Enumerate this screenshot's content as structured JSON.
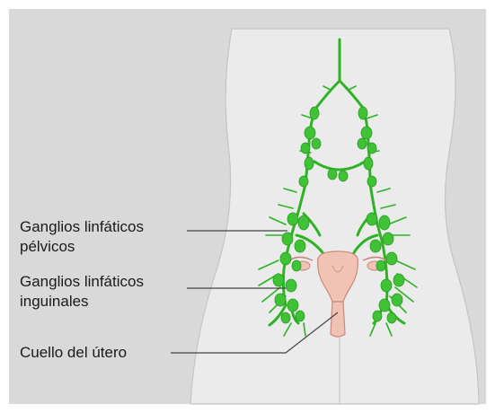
{
  "labels": {
    "pelvic_line1": "Ganglios linfáticos",
    "pelvic_line2": "pélvicos",
    "inguinal_line1": "Ganglios linfáticos",
    "inguinal_line2": "inguinales",
    "cervix": "Cuello del útero"
  },
  "colors": {
    "panel": "#d9d9d9",
    "body": "#ebebeb",
    "body_outline": "#c4c4c4",
    "lymph": "#2db324",
    "lymph_node": "#3fc236",
    "uterus": "#f1c3b4",
    "uterus_outline": "#c9897a",
    "leader": "#444444"
  }
}
